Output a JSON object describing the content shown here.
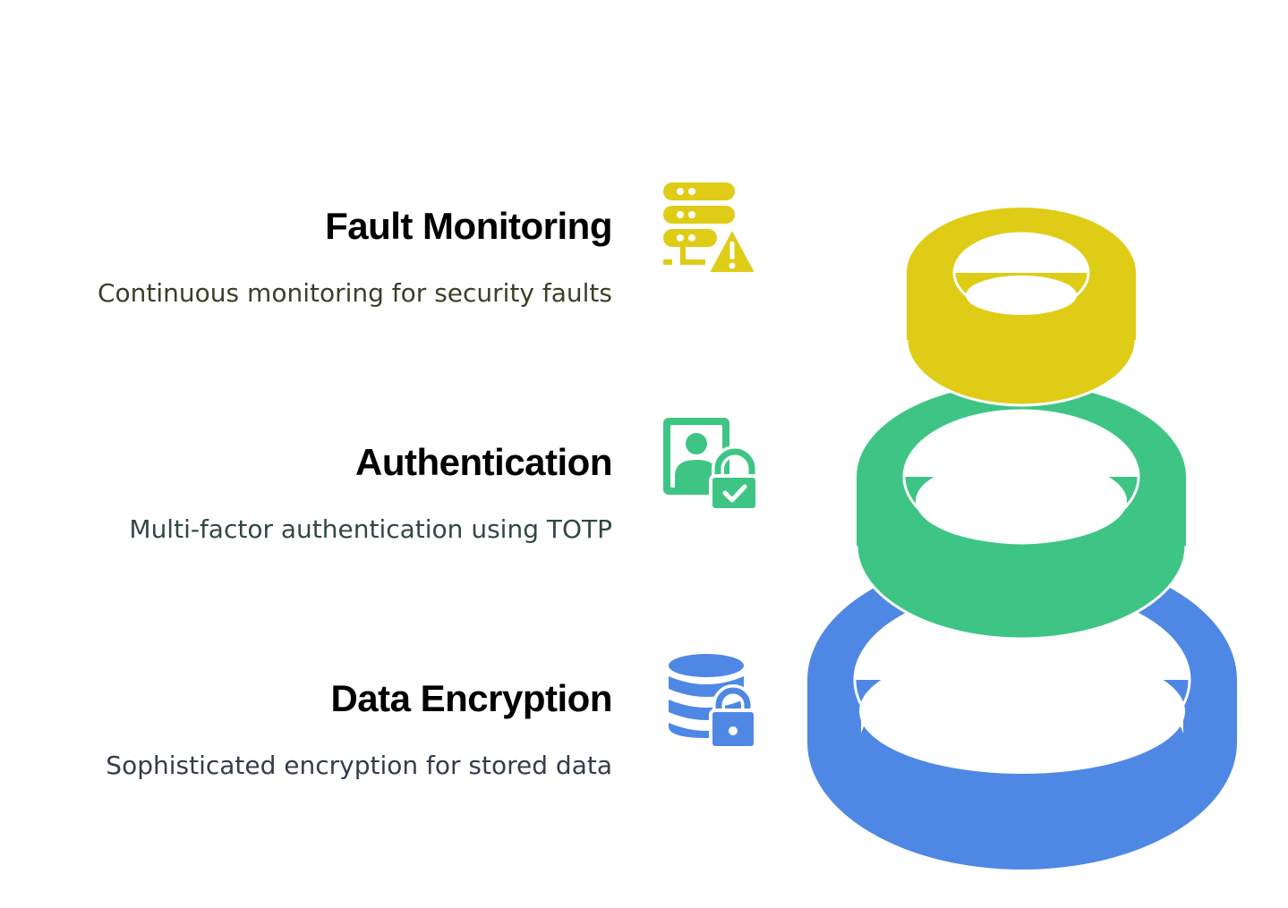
{
  "layers": [
    {
      "title": "Fault Monitoring",
      "description": "Continuous monitoring for security faults",
      "icon": "server-warning-icon",
      "color": "#DFCC17",
      "desc_color": "#3E3E28"
    },
    {
      "title": "Authentication",
      "description": "Multi-factor authentication using TOTP",
      "icon": "user-lock-icon",
      "color": "#3EC585",
      "desc_color": "#2F4A3D"
    },
    {
      "title": "Data Encryption",
      "description": "Sophisticated encryption for stored data",
      "icon": "database-lock-icon",
      "color": "#4F88E4",
      "desc_color": "#343C4C"
    }
  ]
}
